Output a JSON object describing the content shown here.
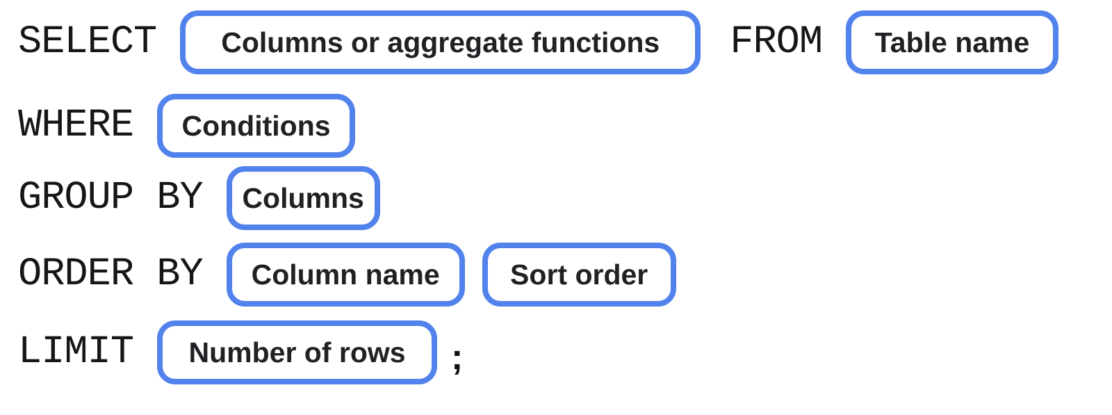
{
  "diagram": {
    "description": "SQL query syntax template diagram",
    "accent_color": "#5282EB",
    "rows": [
      {
        "segments": [
          {
            "type": "keyword",
            "text": "SELECT"
          },
          {
            "type": "placeholder",
            "text": "Columns or aggregate functions"
          },
          {
            "type": "keyword",
            "text": "FROM"
          },
          {
            "type": "placeholder",
            "text": "Table name"
          }
        ]
      },
      {
        "segments": [
          {
            "type": "keyword",
            "text": "WHERE"
          },
          {
            "type": "placeholder",
            "text": "Conditions"
          }
        ]
      },
      {
        "segments": [
          {
            "type": "keyword",
            "text": "GROUP BY"
          },
          {
            "type": "placeholder",
            "text": "Columns"
          }
        ]
      },
      {
        "segments": [
          {
            "type": "keyword",
            "text": "ORDER BY"
          },
          {
            "type": "placeholder",
            "text": "Column name"
          },
          {
            "type": "placeholder",
            "text": "Sort order"
          }
        ]
      },
      {
        "segments": [
          {
            "type": "keyword",
            "text": "LIMIT"
          },
          {
            "type": "placeholder",
            "text": "Number of rows"
          },
          {
            "type": "punctuation",
            "text": ";"
          }
        ]
      }
    ]
  }
}
